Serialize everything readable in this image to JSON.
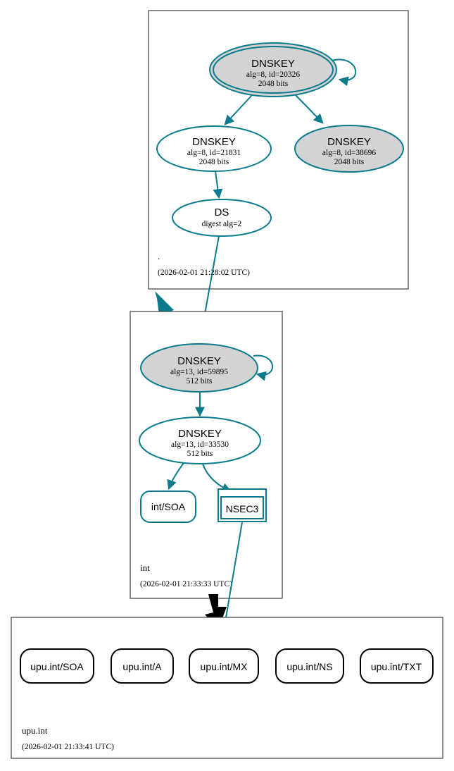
{
  "diagram": {
    "type": "dnssec-authentication-chain",
    "colors": {
      "secure_teal": "#0a7b8c",
      "zone_border": "#4d4d4d",
      "node_shaded_fill": "#d3d3d3",
      "node_plain_fill": "#ffffff",
      "insecure_black": "#000000"
    }
  },
  "zones": [
    {
      "id": "root",
      "label": ".",
      "timestamp": "(2026-02-01 21:28:02 UTC)",
      "nodes": [
        {
          "id": "root-ksk",
          "kind": "DNSKEY",
          "title": "DNSKEY",
          "line2": "alg=8, id=20326",
          "line3": "2048 bits",
          "shaded": true,
          "double_border": true,
          "self_signed": true
        },
        {
          "id": "root-zsk-21831",
          "kind": "DNSKEY",
          "title": "DNSKEY",
          "line2": "alg=8, id=21831",
          "line3": "2048 bits",
          "shaded": false,
          "double_border": false,
          "self_signed": false
        },
        {
          "id": "root-zsk-38696",
          "kind": "DNSKEY",
          "title": "DNSKEY",
          "line2": "alg=8, id=38696",
          "line3": "2048 bits",
          "shaded": true,
          "double_border": false,
          "self_signed": false
        },
        {
          "id": "root-ds",
          "kind": "DS",
          "title": "DS",
          "line2": "digest alg=2",
          "line3": "",
          "shaded": false,
          "double_border": false,
          "self_signed": false
        }
      ]
    },
    {
      "id": "int",
      "label": "int",
      "timestamp": "(2026-02-01 21:33:33 UTC)",
      "nodes": [
        {
          "id": "int-ksk",
          "kind": "DNSKEY",
          "title": "DNSKEY",
          "line2": "alg=13, id=59895",
          "line3": "512 bits",
          "shaded": true,
          "double_border": false,
          "self_signed": true
        },
        {
          "id": "int-zsk",
          "kind": "DNSKEY",
          "title": "DNSKEY",
          "line2": "alg=13, id=33530",
          "line3": "512 bits",
          "shaded": false,
          "double_border": false,
          "self_signed": false
        },
        {
          "id": "int-soa",
          "kind": "RRset",
          "title": "int/SOA",
          "shape": "rounded-rect",
          "shaded": false
        },
        {
          "id": "int-nsec3",
          "kind": "NSEC3",
          "title": "NSEC3",
          "shape": "double-rect",
          "shaded": false
        }
      ]
    },
    {
      "id": "upu-int",
      "label": "upu.int",
      "timestamp": "(2026-02-01 21:33:41 UTC)",
      "nodes": [
        {
          "id": "upu-soa",
          "kind": "RRset",
          "title": "upu.int/SOA",
          "shape": "rounded-rect"
        },
        {
          "id": "upu-a",
          "kind": "RRset",
          "title": "upu.int/A",
          "shape": "rounded-rect"
        },
        {
          "id": "upu-mx",
          "kind": "RRset",
          "title": "upu.int/MX",
          "shape": "rounded-rect"
        },
        {
          "id": "upu-ns",
          "kind": "RRset",
          "title": "upu.int/NS",
          "shape": "rounded-rect"
        },
        {
          "id": "upu-txt",
          "kind": "RRset",
          "title": "upu.int/TXT",
          "shape": "rounded-rect"
        }
      ]
    }
  ],
  "edges": [
    {
      "from": "root-ksk",
      "to": "root-ksk",
      "style": "self-loop",
      "color": "teal"
    },
    {
      "from": "root-ksk",
      "to": "root-zsk-21831",
      "style": "arrow",
      "color": "teal"
    },
    {
      "from": "root-ksk",
      "to": "root-zsk-38696",
      "style": "arrow",
      "color": "teal"
    },
    {
      "from": "root-zsk-21831",
      "to": "root-ds",
      "style": "arrow",
      "color": "teal"
    },
    {
      "from": "root-ds",
      "to": "int-ksk",
      "style": "arrow",
      "color": "teal"
    },
    {
      "from": "root",
      "to": "int",
      "style": "thick-delegation-arrow",
      "color": "teal"
    },
    {
      "from": "int-ksk",
      "to": "int-ksk",
      "style": "self-loop",
      "color": "teal"
    },
    {
      "from": "int-ksk",
      "to": "int-zsk",
      "style": "arrow",
      "color": "teal"
    },
    {
      "from": "int-zsk",
      "to": "int-soa",
      "style": "arrow",
      "color": "teal"
    },
    {
      "from": "int-zsk",
      "to": "int-nsec3",
      "style": "arrow",
      "color": "teal"
    },
    {
      "from": "int-nsec3",
      "to": "upu-int",
      "style": "arrow",
      "color": "teal"
    },
    {
      "from": "int",
      "to": "upu-int",
      "style": "thick-delegation-arrow",
      "color": "black"
    }
  ]
}
